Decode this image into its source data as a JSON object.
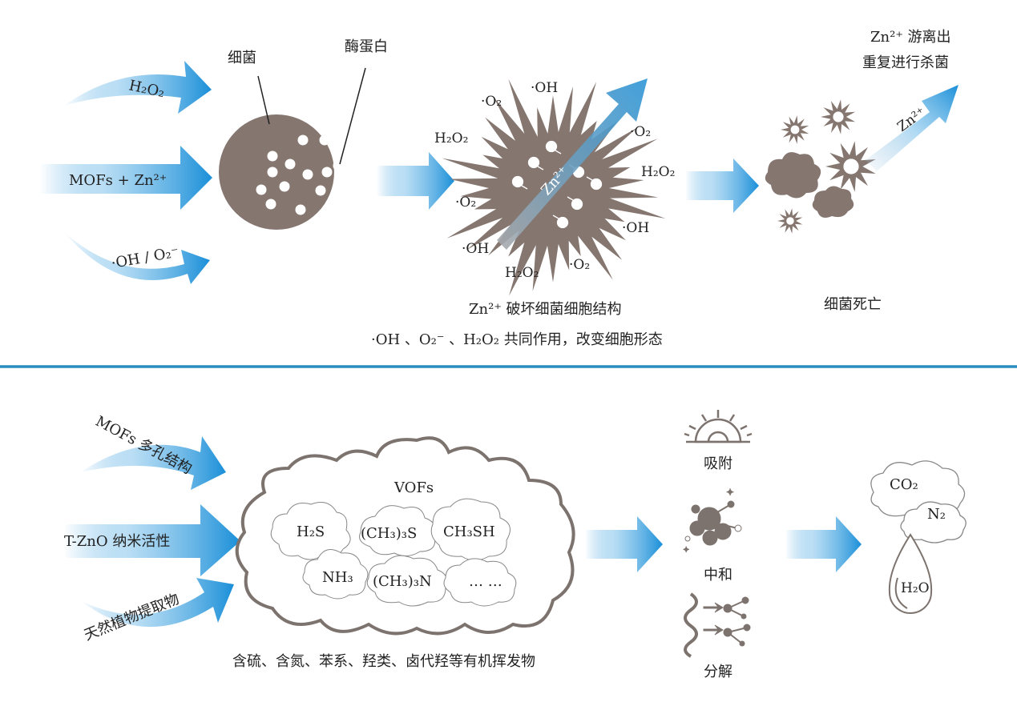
{
  "colors": {
    "accent": "#1a8fd8",
    "bacteria": "#857670",
    "divider": "#2a8dbf",
    "cloud_stroke": "#7d736e"
  },
  "top": {
    "inputs": {
      "h2o2": "H₂O₂",
      "mofs_zn": "MOFs  +  Zn²⁺",
      "oh_o2": "·OH / O₂⁻"
    },
    "bacteria_label": "细菌",
    "enzyme_label": "酶蛋白",
    "radicals": [
      "·OH",
      "·O₂",
      "H₂O₂",
      "·O₂",
      "H₂O₂",
      "·O₂",
      "·OH",
      "·OH",
      "H₂O₂",
      "·O₂"
    ],
    "zn_bar": "Zn²⁺",
    "caption_1": "Zn²⁺ 破坏细菌细胞结构",
    "caption_2": "·OH 、O₂⁻ 、H₂O₂ 共同作用，改变细胞形态",
    "death_label": "细菌死亡",
    "release_line1": "Zn²⁺  游离出",
    "release_line2": "重复进行杀菌",
    "release_arrow": "Zn²⁺"
  },
  "bottom": {
    "inputs": {
      "porous": "MOFs 多孔结构",
      "tzno": "T-ZnO 纳米活性",
      "plant": "天然植物提取物"
    },
    "cloud_title": "VOFs",
    "compounds": [
      "H₂S",
      "(CH₃)₃S",
      "CH₃SH",
      "NH₃",
      "(CH₃)₃N",
      "… …"
    ],
    "caption": "含硫、含氮、苯系、羟类、卤代羟等有机挥发物",
    "mechanisms": [
      "吸附",
      "中和",
      "分解"
    ],
    "products": {
      "co2": "CO₂",
      "n2": "N₂",
      "h2o": "H₂O"
    }
  }
}
